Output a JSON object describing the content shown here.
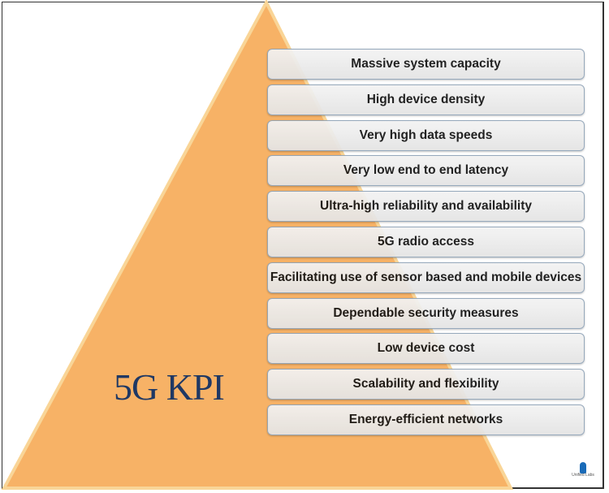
{
  "title": "5G KPI",
  "colors": {
    "triangle": "#f7b266",
    "triangle_edge": "#f9d090",
    "title": "#1f3864",
    "box_border": "#8fa3b8"
  },
  "kpis": [
    "Massive system capacity",
    "High device density",
    "Very high data speeds",
    "Very low end to end latency",
    "Ultra-high reliability and availability",
    "5G radio access",
    "Facilitating use of sensor based and mobile devices",
    "Dependable security measures",
    "Low device cost",
    "Scalability and flexibility",
    "Energy-efficient networks"
  ],
  "logo": {
    "text": "Unified Labs"
  }
}
